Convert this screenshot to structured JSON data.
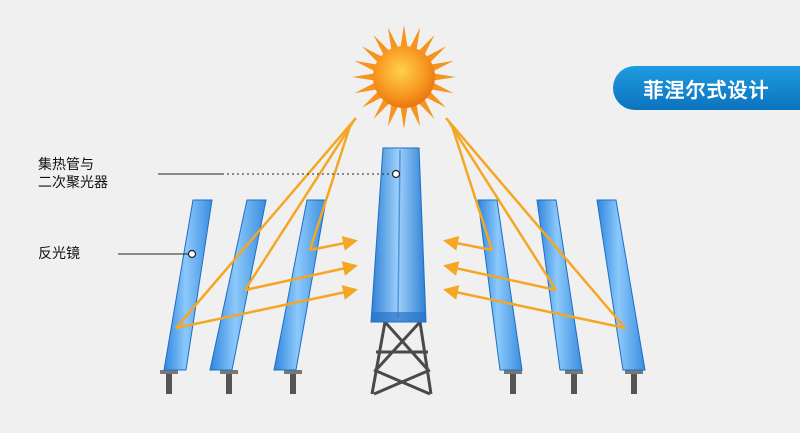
{
  "header": {
    "title": "菲涅尔式设计"
  },
  "labels": {
    "collector_tube_line1": "集热管与",
    "collector_tube_line2": "二次聚光器",
    "mirror": "反光镜"
  },
  "colors": {
    "background": "#f0f0f0",
    "badge": "#1583cf",
    "mirror": "#5aaaf0",
    "ray": "#f5a623",
    "sun": "#f7941d",
    "tower": "#555555"
  },
  "icons": [
    "sun-icon",
    "arrow-icon"
  ]
}
